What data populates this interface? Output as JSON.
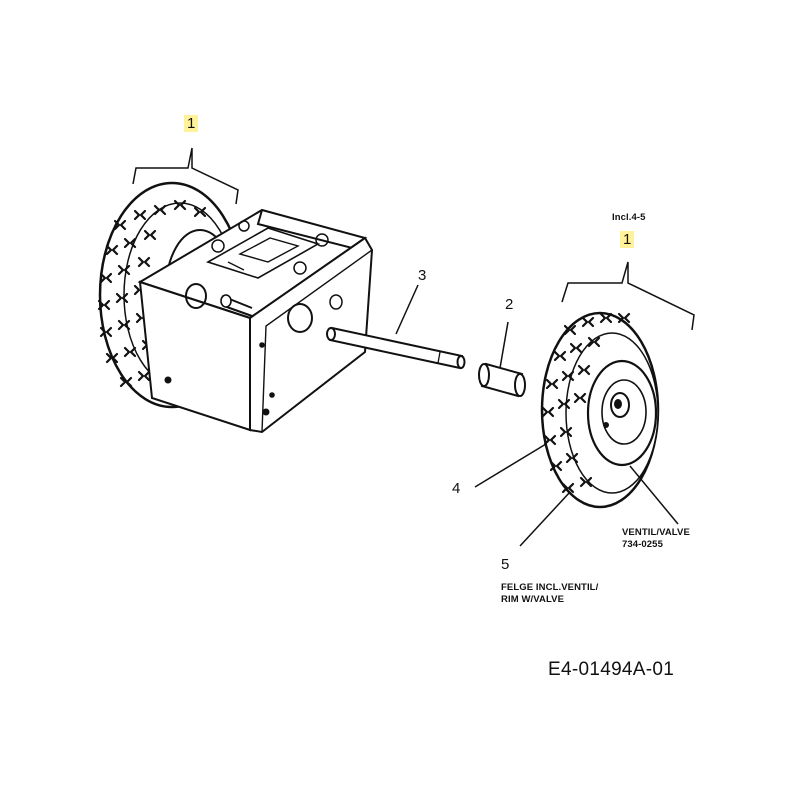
{
  "callouts": {
    "c1_left": "1",
    "c1_right": "1",
    "c2": "2",
    "c3": "3",
    "c4": "4",
    "c5": "5"
  },
  "notes": {
    "incl": "Incl.4-5",
    "valve_line1": "VENTIL/VALVE",
    "valve_line2": "734-0255",
    "rim_line1": "FELGE INCL.VENTIL/",
    "rim_line2": "RIM W/VALVE"
  },
  "drawing_code": "E4-01494A-01",
  "colors": {
    "highlight": "#fff29a",
    "ink": "#111111"
  }
}
